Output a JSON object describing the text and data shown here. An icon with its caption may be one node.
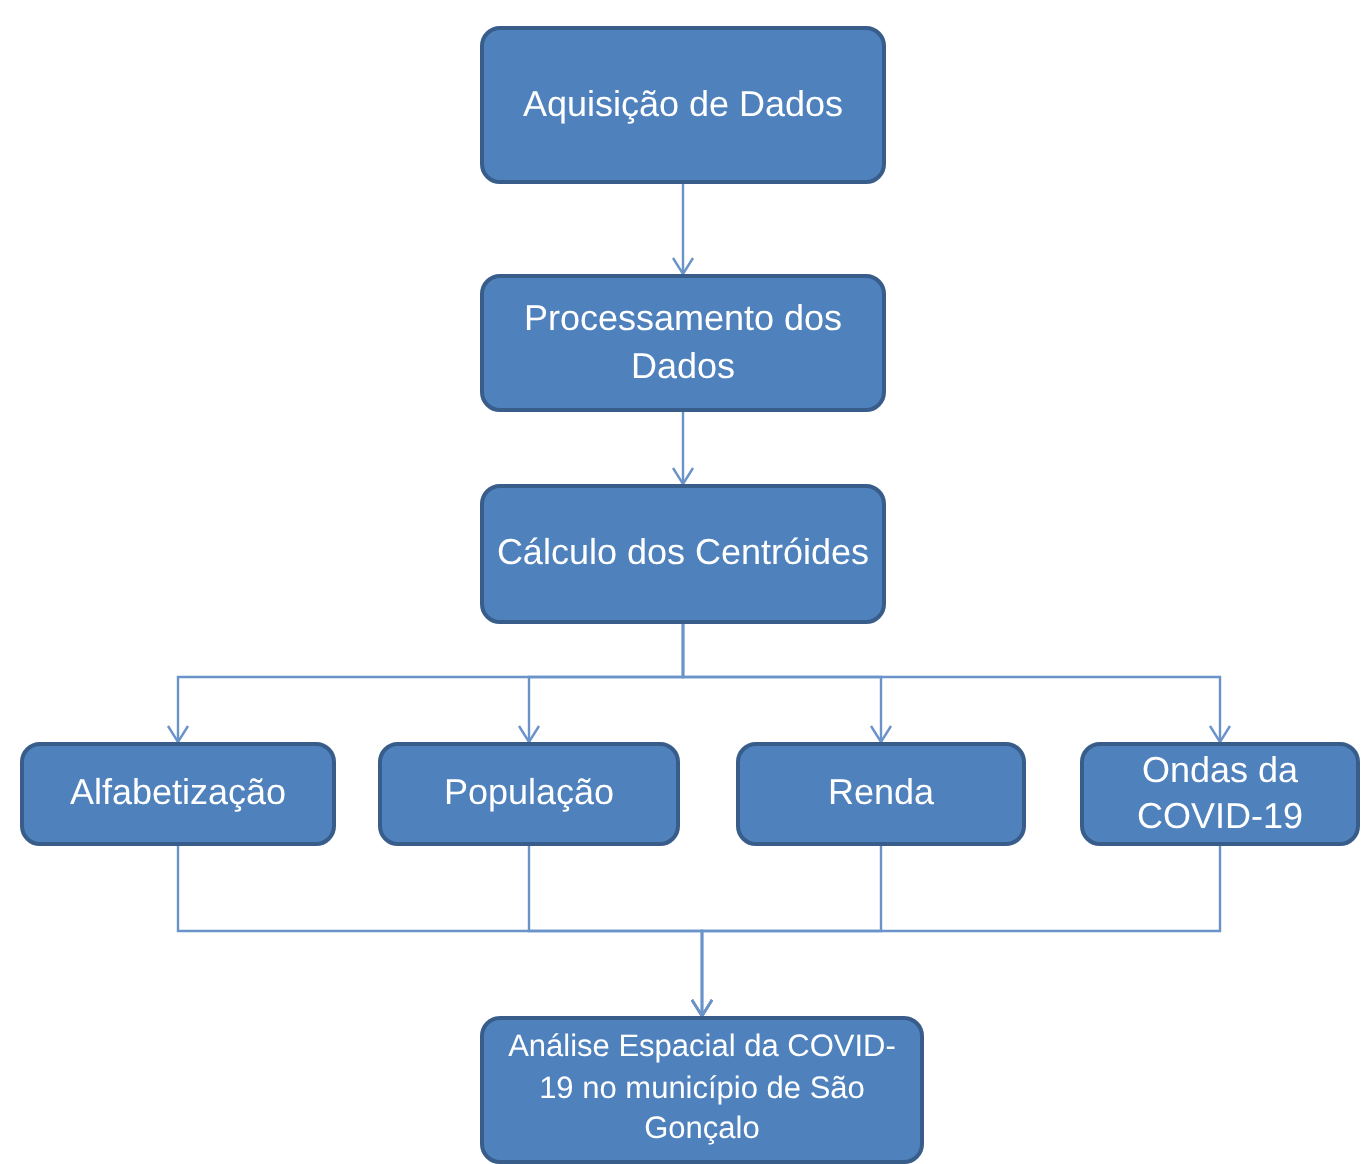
{
  "diagram": {
    "nodes": [
      {
        "text": [
          "Aquisição de Dados"
        ]
      },
      {
        "text": [
          "Processamento dos Dados"
        ]
      },
      {
        "text": [
          "Cálculo dos Centróides"
        ]
      },
      {
        "text": [
          "Alfabetização"
        ]
      },
      {
        "text": [
          "População"
        ]
      },
      {
        "text": [
          "Renda"
        ]
      },
      {
        "text": [
          "Ondas da COVID-19"
        ]
      },
      {
        "text": [
          "Análise Espacial da COVID-19 no município de São Gonçalo"
        ]
      }
    ],
    "edges": [
      {
        "from": 0,
        "to": 1,
        "arrow": "to"
      },
      {
        "from": 1,
        "to": 2,
        "arrow": "to"
      },
      {
        "from": 2,
        "to": 3,
        "arrow": "to"
      },
      {
        "from": 2,
        "to": 4,
        "arrow": "to"
      },
      {
        "from": 2,
        "to": 5,
        "arrow": "to"
      },
      {
        "from": 2,
        "to": 6,
        "arrow": "to"
      },
      {
        "from": 3,
        "to": 7,
        "arrow": "to"
      },
      {
        "from": 4,
        "to": 7,
        "arrow": "to"
      },
      {
        "from": 5,
        "to": 7,
        "arrow": "to"
      },
      {
        "from": 6,
        "to": 7,
        "arrow": "to"
      }
    ]
  }
}
